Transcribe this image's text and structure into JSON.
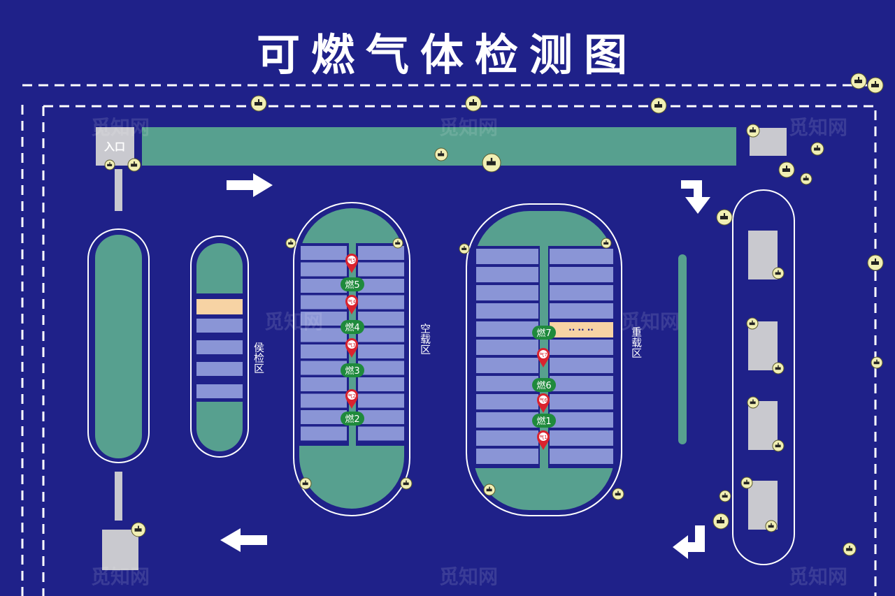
{
  "title": "可燃气体检测图",
  "entrance_label": "入口",
  "zones": {
    "waiting": "侯检区",
    "empty": "空载区",
    "heavy": "重载区"
  },
  "combustible_markers": [
    "燃5",
    "燃4",
    "燃3",
    "燃2",
    "燃7",
    "燃6",
    "燃1"
  ],
  "gas_markers": [
    "气5",
    "气4",
    "气3",
    "气2",
    "气7",
    "气6",
    "气1"
  ],
  "highlight_dots": "·· ·· ··",
  "watermark": "觅知网",
  "colors": {
    "background": "#1f2189",
    "zone_fill": "#57a08f",
    "slot_fill": "#8a95d6",
    "highlight": "#f7d3a4",
    "marker_green": "#1f8a3c",
    "marker_red": "#d9232e",
    "camera": "#f1efb4",
    "building": "#c9c9cf"
  }
}
